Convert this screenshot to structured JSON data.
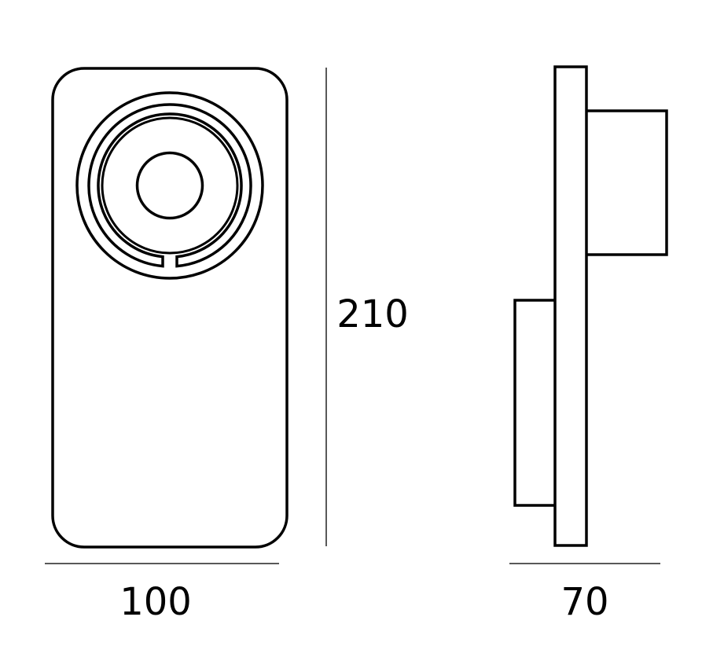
{
  "dimensions": {
    "height": "210",
    "width": "100",
    "depth": "70"
  },
  "colors": {
    "line": "#000000",
    "dimension_line": "#222222",
    "background": "#ffffff"
  }
}
